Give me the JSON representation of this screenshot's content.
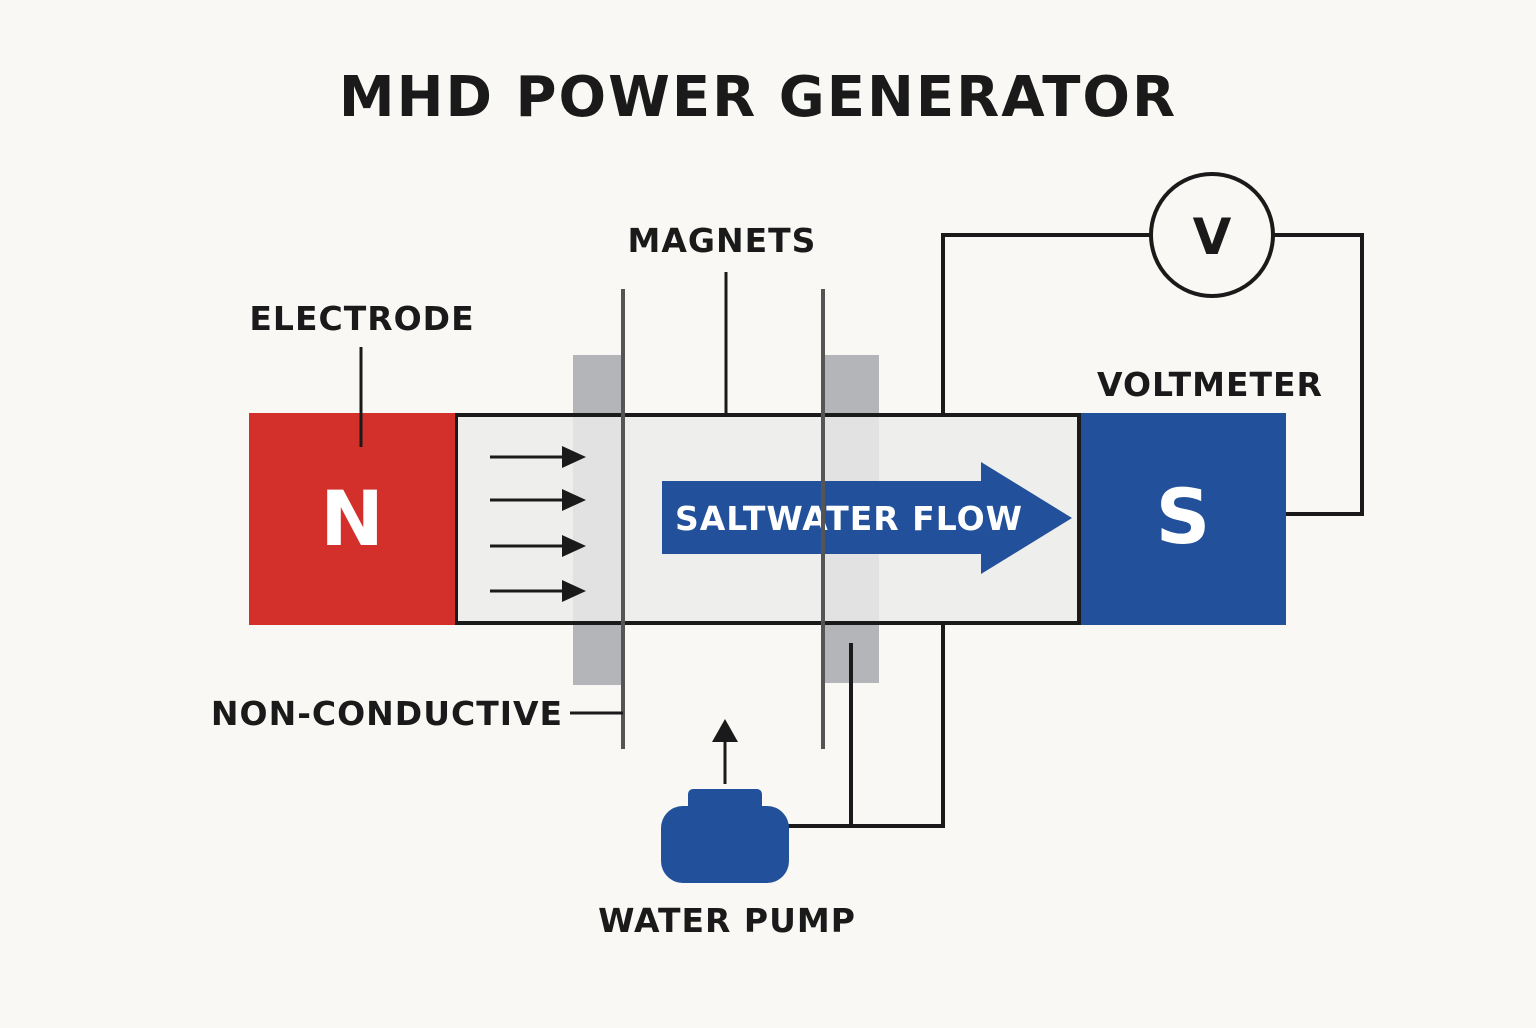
{
  "title": "MHD POWER GENERATOR",
  "labels": {
    "magnets": "MAGNETS",
    "electrode": "ELECTRODE",
    "voltmeter": "VOLTMETER",
    "non_conductive": "NON-CONDUCTIVE",
    "water_pump": "WATER PUMP"
  },
  "poles": {
    "north": "N",
    "south": "S"
  },
  "flow_label": "SALTWATER FLOW",
  "meter_symbol": "V",
  "colors": {
    "north_pole": "#d3302c",
    "south_pole": "#22509a",
    "flow_arrow": "#22509a",
    "pump": "#22509a",
    "electrode_plates": "#b4b5b8",
    "channel": "#ececec",
    "background": "#f9f8f4",
    "lines": "#1a1a1a"
  }
}
